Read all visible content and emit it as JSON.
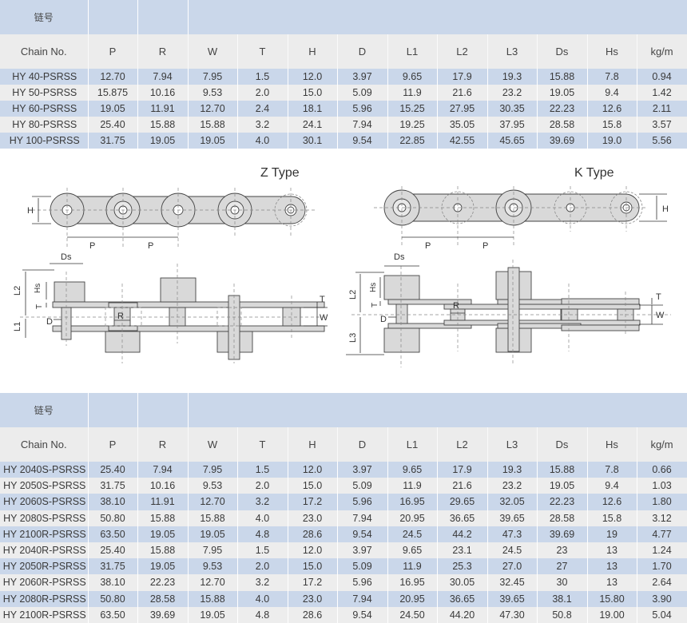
{
  "table1": {
    "band_label": "链号",
    "headers": [
      "Chain No.",
      "P",
      "R",
      "W",
      "T",
      "H",
      "D",
      "L1",
      "L2",
      "L3",
      "Ds",
      "Hs",
      "kg/m"
    ],
    "rows": [
      [
        "HY 40-PSRSS",
        "12.70",
        "7.94",
        "7.95",
        "1.5",
        "12.0",
        "3.97",
        "9.65",
        "17.9",
        "19.3",
        "15.88",
        "7.8",
        "0.94"
      ],
      [
        "HY 50-PSRSS",
        "15.875",
        "10.16",
        "9.53",
        "2.0",
        "15.0",
        "5.09",
        "11.9",
        "21.6",
        "23.2",
        "19.05",
        "9.4",
        "1.42"
      ],
      [
        "HY 60-PSRSS",
        "19.05",
        "11.91",
        "12.70",
        "2.4",
        "18.1",
        "5.96",
        "15.25",
        "27.95",
        "30.35",
        "22.23",
        "12.6",
        "2.11"
      ],
      [
        "HY 80-PSRSS",
        "25.40",
        "15.88",
        "15.88",
        "3.2",
        "24.1",
        "7.94",
        "19.25",
        "35.05",
        "37.95",
        "28.58",
        "15.8",
        "3.57"
      ],
      [
        "HY 100-PSRSS",
        "31.75",
        "19.05",
        "19.05",
        "4.0",
        "30.1",
        "9.54",
        "22.85",
        "42.55",
        "45.65",
        "39.69",
        "19.0",
        "5.56"
      ]
    ]
  },
  "diagrams": {
    "z_type": {
      "title": "Z Type",
      "labels": {
        "H": "H",
        "P": "P",
        "Ds": "Ds",
        "Hs": "Hs",
        "L1": "L1",
        "L2": "L2",
        "T": "T",
        "D": "D",
        "R": "R",
        "W": "W"
      }
    },
    "k_type": {
      "title": "K Type",
      "labels": {
        "H": "H",
        "P": "P",
        "Ds": "Ds",
        "Hs": "Hs",
        "L2": "L2",
        "L3": "L3",
        "T": "T",
        "D": "D",
        "R": "R",
        "W": "W"
      }
    }
  },
  "table2": {
    "band_label": "链号",
    "headers": [
      "Chain No.",
      "P",
      "R",
      "W",
      "T",
      "H",
      "D",
      "L1",
      "L2",
      "L3",
      "Ds",
      "Hs",
      "kg/m"
    ],
    "rows": [
      [
        "HY 2040S-PSRSS",
        "25.40",
        "7.94",
        "7.95",
        "1.5",
        "12.0",
        "3.97",
        "9.65",
        "17.9",
        "19.3",
        "15.88",
        "7.8",
        "0.66"
      ],
      [
        "HY 2050S-PSRSS",
        "31.75",
        "10.16",
        "9.53",
        "2.0",
        "15.0",
        "5.09",
        "11.9",
        "21.6",
        "23.2",
        "19.05",
        "9.4",
        "1.03"
      ],
      [
        "HY 2060S-PSRSS",
        "38.10",
        "11.91",
        "12.70",
        "3.2",
        "17.2",
        "5.96",
        "16.95",
        "29.65",
        "32.05",
        "22.23",
        "12.6",
        "1.80"
      ],
      [
        "HY 2080S-PSRSS",
        "50.80",
        "15.88",
        "15.88",
        "4.0",
        "23.0",
        "7.94",
        "20.95",
        "36.65",
        "39.65",
        "28.58",
        "15.8",
        "3.12"
      ],
      [
        "HY 2100R-PSRSS",
        "63.50",
        "19.05",
        "19.05",
        "4.8",
        "28.6",
        "9.54",
        "24.5",
        "44.2",
        "47.3",
        "39.69",
        "19",
        "4.77"
      ],
      [
        "HY 2040R-PSRSS",
        "25.40",
        "15.88",
        "7.95",
        "1.5",
        "12.0",
        "3.97",
        "9.65",
        "23.1",
        "24.5",
        "23",
        "13",
        "1.24"
      ],
      [
        "HY 2050R-PSRSS",
        "31.75",
        "19.05",
        "9.53",
        "2.0",
        "15.0",
        "5.09",
        "11.9",
        "25.3",
        "27.0",
        "27",
        "13",
        "1.70"
      ],
      [
        "HY 2060R-PSRSS",
        "38.10",
        "22.23",
        "12.70",
        "3.2",
        "17.2",
        "5.96",
        "16.95",
        "30.05",
        "32.45",
        "30",
        "13",
        "2.64"
      ],
      [
        "HY 2080R-PSRSS",
        "50.80",
        "28.58",
        "15.88",
        "4.0",
        "23.0",
        "7.94",
        "20.95",
        "36.65",
        "39.65",
        "38.1",
        "15.80",
        "3.90"
      ],
      [
        "HY 2100R-PSRSS",
        "63.50",
        "39.69",
        "19.05",
        "4.8",
        "28.6",
        "9.54",
        "24.50",
        "44.20",
        "47.30",
        "50.8",
        "19.00",
        "5.04"
      ]
    ]
  },
  "colors": {
    "band_blue": "#cad7ea",
    "row_gray": "#ededed",
    "part_fill": "#d9d9d9",
    "line": "#444444"
  }
}
